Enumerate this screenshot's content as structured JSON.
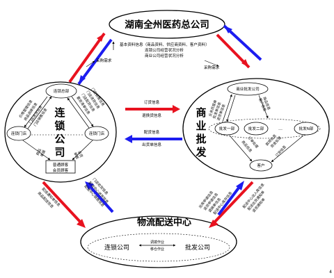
{
  "hq": {
    "title": "湖南全州医药总公司",
    "info_lines": [
      "基本资料信息（商品资料、供应商资料、客户资料）",
      "连锁公司经营状况分析",
      "商业公司经营状况分析"
    ],
    "left_arrow_label": "采购需求",
    "right_arrow_label": "采购需求"
  },
  "chain": {
    "title_chars": [
      "连",
      "锁",
      "公",
      "司"
    ],
    "top_node": "连锁总部",
    "left_node": "连锁门店",
    "right_node": "连锁门店",
    "bottom_box": [
      "普通顾客",
      "会员顾客"
    ],
    "labels_top_left": [
      "价格管理信息",
      "商品调拨信息",
      "门店进货信息",
      "门店销售信息"
    ],
    "labels_top_right": [
      "要货清单信息",
      "门店配货信息",
      "门店进货信息",
      "门店销售信息"
    ],
    "labels_bottom_left": [
      "商品",
      "单据"
    ],
    "labels_bottom_right": [
      "会员",
      "单据"
    ]
  },
  "commerce": {
    "title_chars": [
      "商",
      "业",
      "批",
      "发"
    ],
    "top_node": "商业批发公司",
    "dept_nodes": [
      "批发一部",
      "批发二部",
      "…",
      "批发N部"
    ],
    "customer_node": "客户",
    "labels_top": [
      "业务员报单",
      "批发单信息",
      "退货单信息"
    ],
    "labels_right": [
      "商品信息",
      "客户信息"
    ],
    "labels_dept_customer": [
      "商品信息",
      "订单处理",
      "订货信息"
    ],
    "labels_bottom_left": [
      "资金处理",
      "款项信息"
    ]
  },
  "logistics": {
    "title": "物流配送中心",
    "left_node": "连锁公司",
    "right_node": "批发公司",
    "center_labels": [
      "调拨作业",
      "移仓作业"
    ]
  },
  "flows": {
    "chain_to_commerce": [
      "订货信息",
      "退换货信息"
    ],
    "commerce_to_chain": [
      "配货信息",
      "出货单信息"
    ],
    "chain_to_logistics_left": [
      "配送通知单信息",
      "商品配送信息"
    ],
    "chain_to_logistics_mid": [
      "门店收货信息",
      "配送中心进货信息",
      "配送中心销售信息"
    ],
    "commerce_to_logistics_mid": [
      "出库申请信息",
      "退货申请信息",
      "调拨单信息",
      "配送中心库存信息"
    ],
    "commerce_to_logistics_right": [
      "配送出货通知单",
      "退货通知单",
      "配送中心出入库信息"
    ]
  },
  "colors": {
    "red": "#e8121f",
    "blue": "#1c1cf0"
  },
  "page_marker": "4"
}
